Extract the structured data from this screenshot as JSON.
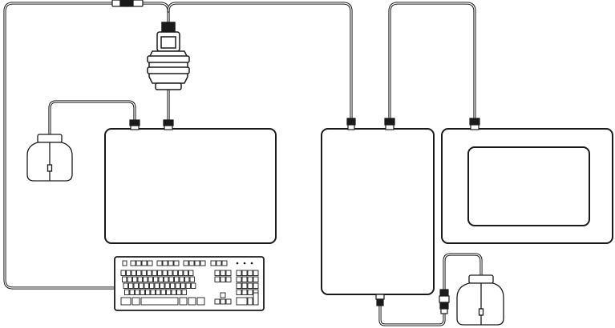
{
  "diagram": {
    "kind": "hardware-connection-illustration",
    "components": [
      {
        "id": "main-unit",
        "name": "main-unit"
      },
      {
        "id": "tower-unit",
        "name": "tower-unit"
      },
      {
        "id": "monitor",
        "name": "monitor"
      },
      {
        "id": "keyboard",
        "name": "keyboard"
      },
      {
        "id": "adapter-dongle",
        "name": "adapter-dongle"
      },
      {
        "id": "bottle-left",
        "name": "bottle-left"
      },
      {
        "id": "bottle-right",
        "name": "bottle-right"
      }
    ],
    "connections": [
      {
        "from": "keyboard",
        "to": "adapter-dongle"
      },
      {
        "from": "adapter-dongle",
        "to": "main-unit"
      },
      {
        "from": "adapter-dongle",
        "to": "tower-unit"
      },
      {
        "from": "bottle-left",
        "to": "main-unit"
      },
      {
        "from": "tower-unit",
        "to": "monitor"
      },
      {
        "from": "tower-unit",
        "to": "bottle-right"
      },
      {
        "from": "bottle-right",
        "to": "monitor"
      }
    ],
    "colors": {
      "line": "#1a1a1a",
      "fill": "#ffffff",
      "cable_inner": "#ffffff"
    }
  }
}
